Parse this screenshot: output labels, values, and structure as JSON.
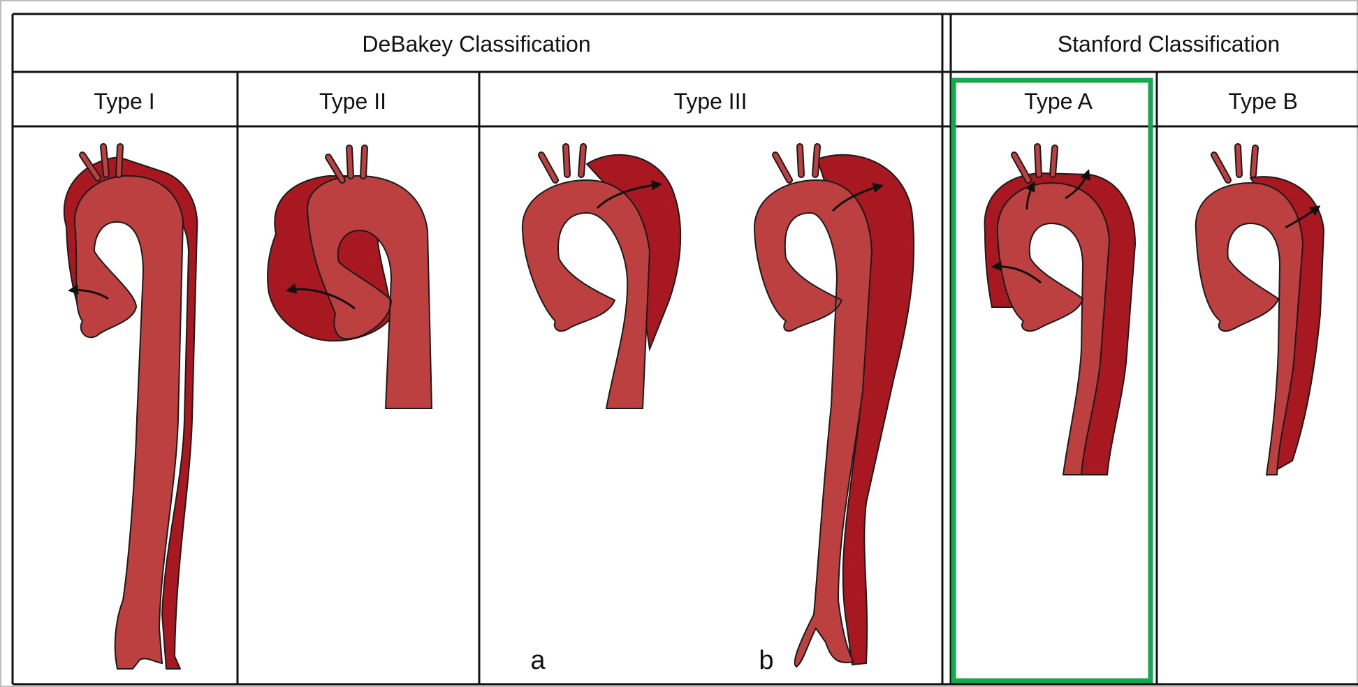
{
  "debakey": {
    "title": "DeBakey Classification",
    "types": [
      "Type I",
      "Type II",
      "Type III"
    ]
  },
  "stanford": {
    "title": "Stanford Classification",
    "types": [
      "Type A",
      "Type B"
    ],
    "highlighted": "Type A"
  },
  "subtypes": [
    "a",
    "b"
  ],
  "colors": {
    "lumen": "#bd4040",
    "false_lumen": "#a81820",
    "outline": "#1a1a1a",
    "highlight": "#16a84e"
  }
}
